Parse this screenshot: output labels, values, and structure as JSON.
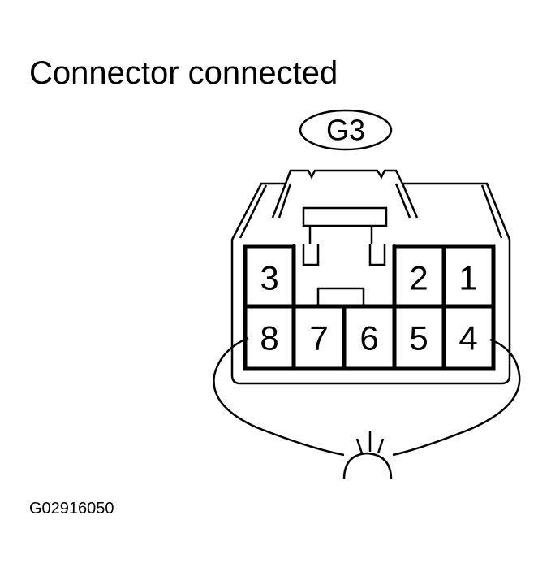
{
  "title": "Connector connected",
  "connector": {
    "name": "G3",
    "pins_top": [
      "3",
      "2",
      "1"
    ],
    "pins_bottom": [
      "8",
      "7",
      "6",
      "5",
      "4"
    ]
  },
  "figure_code": "G02916050"
}
